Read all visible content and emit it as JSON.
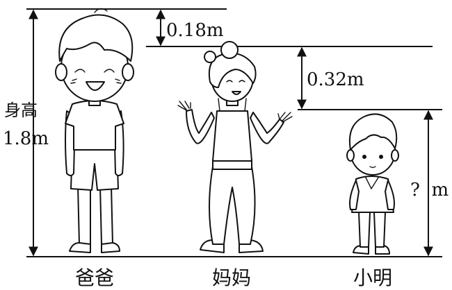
{
  "diagram": {
    "dad": {
      "height_label_line1": "身高",
      "height_label_line2": "1.8m",
      "name": "爸爸"
    },
    "mom": {
      "name": "妈妈"
    },
    "xiaoming": {
      "name": "小明",
      "unknown_label": "?  m"
    },
    "differences": {
      "dad_minus_mom": "0.18m",
      "mom_minus_xiaoming": "0.32m"
    }
  }
}
